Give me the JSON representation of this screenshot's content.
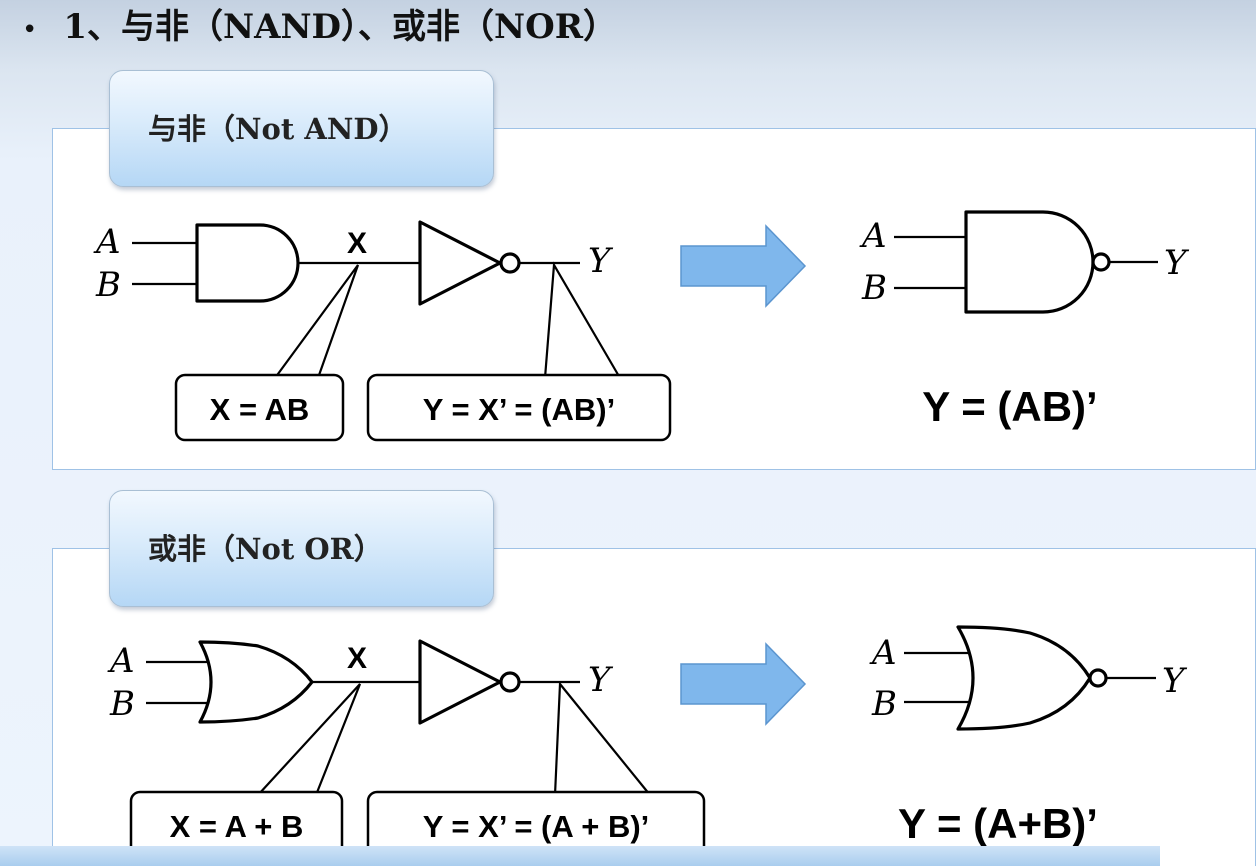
{
  "title": {
    "bullet": "•",
    "text": "1、与非（NAND）、或非（NOR）"
  },
  "nand": {
    "tab_label": "与非（Not AND）",
    "input_a": "A",
    "input_b": "B",
    "mid_label": "X",
    "output": "Y",
    "box_x": "X = AB",
    "box_y": "Y = X’ = (AB)’",
    "equation": "Y = (AB)’",
    "symbol_input_a": "A",
    "symbol_input_b": "B",
    "symbol_output": "Y"
  },
  "nor": {
    "tab_label": "或非（Not OR）",
    "input_a": "A",
    "input_b": "B",
    "mid_label": "X",
    "output": "Y",
    "box_x": "X = A + B",
    "box_y": "Y = X’ = (A + B)’",
    "equation": "Y = (A+B)’",
    "symbol_input_a": "A",
    "symbol_input_b": "B",
    "symbol_output": "Y"
  },
  "colors": {
    "arrow_fill": "#7fb7ec",
    "tab_gradient_bottom": "#b5d7f5",
    "panel_border": "#9fc2e6"
  }
}
